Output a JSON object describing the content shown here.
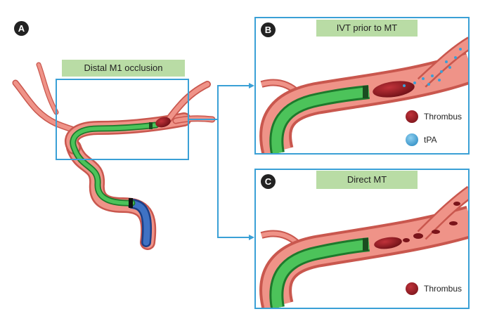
{
  "panel_a": {
    "badge": "A",
    "label": "Distal M1 occlusion"
  },
  "panel_b": {
    "badge": "B",
    "label": "IVT prior to MT",
    "legend": [
      {
        "text": "Thrombus",
        "color": "#9b1b22"
      },
      {
        "text": "tPA",
        "color": "#3a9fd6"
      }
    ]
  },
  "panel_c": {
    "badge": "C",
    "label": "Direct MT",
    "legend": [
      {
        "text": "Thrombus",
        "color": "#9b1b22"
      }
    ]
  },
  "colors": {
    "vessel": "#e8857a",
    "vessel_dark": "#c9574e",
    "catheter": "#3cb54a",
    "guide": "#2a55a5",
    "frame": "#3aa0d6",
    "label_bg": "#b9dca5",
    "thrombus": "#8e1a20"
  }
}
